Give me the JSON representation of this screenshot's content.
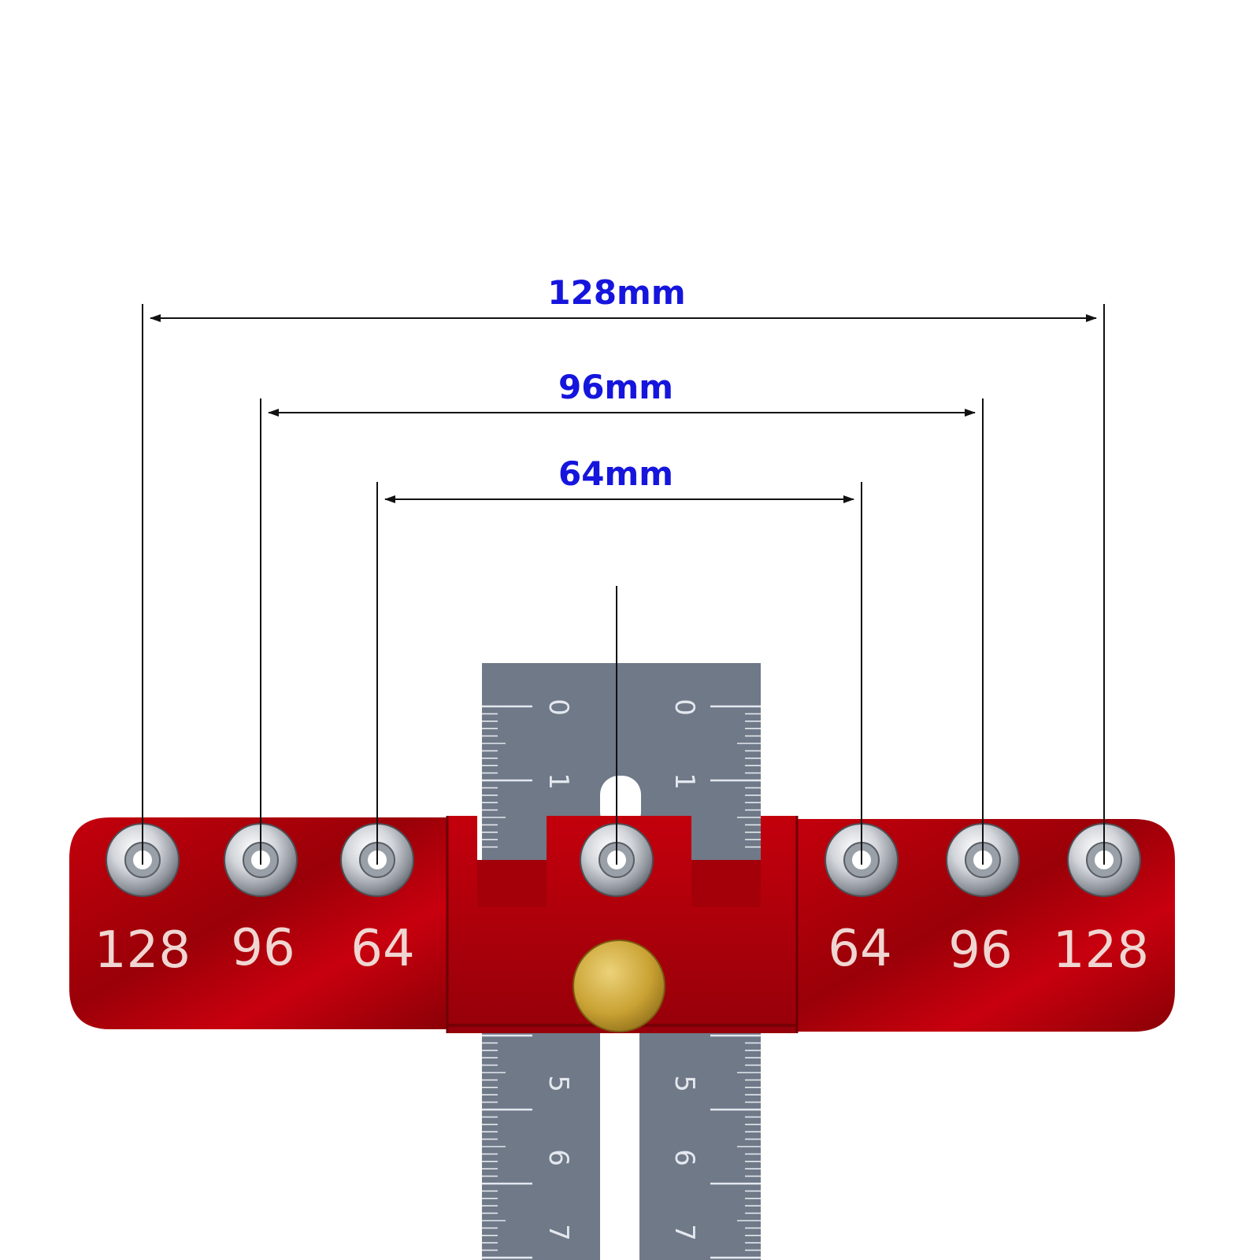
{
  "colors": {
    "dimension_text": "#1515dd",
    "dimension_line": "#111111",
    "plate": "#b3000a",
    "plate_dark": "#7e0006",
    "plate_label": "#f0d6d2",
    "ruler": "#6f7988",
    "ruler_marks": "#e4e8ee",
    "brass": "#c9a233"
  },
  "dimensions": {
    "d128": "128mm",
    "d96": "96mm",
    "d64": "64mm"
  },
  "plate_labels": {
    "left_128": "128",
    "left_96": "96",
    "left_64": "64",
    "right_64": "64",
    "right_96": "96",
    "right_128": "128"
  },
  "ruler_numbers": {
    "left": [
      "0",
      "1",
      "5",
      "6",
      "7"
    ],
    "right": [
      "0",
      "1",
      "5",
      "6",
      "7"
    ]
  },
  "icons": [
    "washer-hole-icon",
    "brass-knob-icon",
    "dimension-arrow-icon"
  ]
}
